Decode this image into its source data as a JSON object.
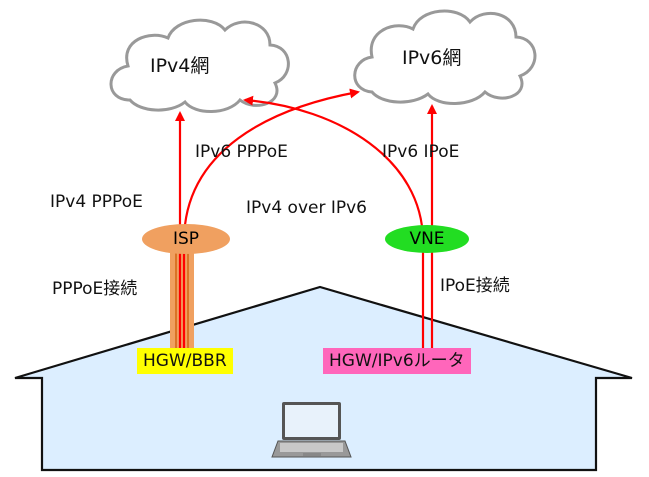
{
  "clouds": {
    "ipv4": "IPv4網",
    "ipv6": "IPv6網"
  },
  "nodes": {
    "isp": "ISP",
    "vne": "VNE"
  },
  "links": {
    "ipv4_pppoe": "IPv4 PPPoE",
    "ipv6_pppoe": "IPv6 PPPoE",
    "ipv4_over_ipv6": "IPv4 over IPv6",
    "ipv6_ipoe": "IPv6 IPoE",
    "pppoe_connection": "PPPoE接続",
    "ipoe_connection": "IPoE接続"
  },
  "devices": {
    "hgw_bbr": "HGW/BBR",
    "hgw_ipv6_router": "HGW/IPv6ルータ"
  },
  "colors": {
    "arrow": "#ff0000",
    "isp_fill": "#f0a060",
    "vne_fill": "#22dd22",
    "hgw_bbr_fill": "#ffff00",
    "hgw_ipv6_fill": "#ff66bb",
    "house_fill": "#dceeff",
    "cloud_stroke": "#999999"
  }
}
